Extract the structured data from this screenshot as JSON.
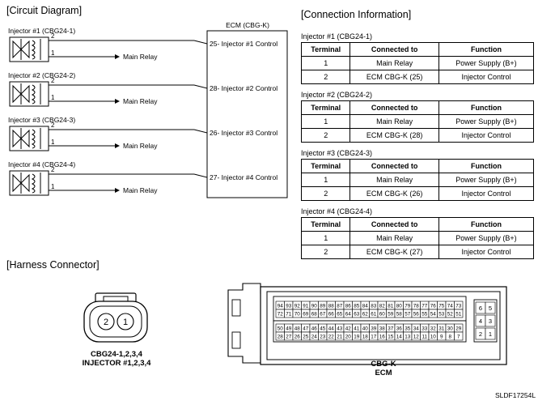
{
  "circuit": {
    "title": "[Circuit Diagram]",
    "ecm_label": "ECM (CBG-K)",
    "injectors": [
      {
        "label": "Injector #1 (CBG24-1)",
        "pin_top": "2",
        "pin_bottom": "1",
        "relay": "Main Relay",
        "ecm_pin": "25",
        "ecm_text": "- Injector #1 Control"
      },
      {
        "label": "Injector #2 (CBG24-2)",
        "pin_top": "2",
        "pin_bottom": "1",
        "relay": "Main Relay",
        "ecm_pin": "28",
        "ecm_text": "- Injector #2 Control"
      },
      {
        "label": "Injector #3 (CBG24-3)",
        "pin_top": "2",
        "pin_bottom": "1",
        "relay": "Main Relay",
        "ecm_pin": "26",
        "ecm_text": "- Injector #3 Control"
      },
      {
        "label": "Injector #4 (CBG24-4)",
        "pin_top": "2",
        "pin_bottom": "1",
        "relay": "Main Relay",
        "ecm_pin": "27",
        "ecm_text": "- Injector #4 Control"
      }
    ]
  },
  "connection": {
    "title": "[Connection Information]",
    "headers": [
      "Terminal",
      "Connected to",
      "Function"
    ],
    "tables": [
      {
        "caption": "Injector #1 (CBG24-1)",
        "rows": [
          [
            "1",
            "Main Relay",
            "Power Supply (B+)"
          ],
          [
            "2",
            "ECM CBG-K (25)",
            "Injector Control"
          ]
        ]
      },
      {
        "caption": "Injector #2 (CBG24-2)",
        "rows": [
          [
            "1",
            "Main Relay",
            "Power Supply (B+)"
          ],
          [
            "2",
            "ECM CBG-K (28)",
            "Injector Control"
          ]
        ]
      },
      {
        "caption": "Injector #3 (CBG24-3)",
        "rows": [
          [
            "1",
            "Main Relay",
            "Power Supply (B+)"
          ],
          [
            "2",
            "ECM CBG-K (26)",
            "Injector Control"
          ]
        ]
      },
      {
        "caption": "Injector #4 (CBG24-4)",
        "rows": [
          [
            "1",
            "Main Relay",
            "Power Supply (B+)"
          ],
          [
            "2",
            "ECM CBG-K (27)",
            "Injector Control"
          ]
        ]
      }
    ]
  },
  "harness": {
    "title": "[Harness Connector]",
    "injector_pins": [
      "2",
      "1"
    ],
    "injector_caption_1": "CBG24-1,2,3,4",
    "injector_caption_2": "INJECTOR #1,2,3,4",
    "ecm_caption_1": "CBG-K",
    "ecm_caption_2": "ECM",
    "ecm_rows": [
      [
        "94",
        "93",
        "92",
        "91",
        "90",
        "89",
        "88",
        "87",
        "86",
        "85",
        "84",
        "83",
        "82",
        "81",
        "80",
        "79",
        "78",
        "77",
        "76",
        "75",
        "74",
        "73"
      ],
      [
        "72",
        "71",
        "70",
        "69",
        "68",
        "67",
        "66",
        "65",
        "64",
        "63",
        "62",
        "61",
        "60",
        "59",
        "58",
        "57",
        "56",
        "55",
        "54",
        "53",
        "52",
        "51"
      ],
      [
        "50",
        "49",
        "48",
        "47",
        "46",
        "45",
        "44",
        "43",
        "42",
        "41",
        "40",
        "39",
        "38",
        "37",
        "36",
        "35",
        "34",
        "33",
        "32",
        "31",
        "30",
        "29"
      ],
      [
        "28",
        "27",
        "26",
        "25",
        "24",
        "23",
        "22",
        "21",
        "20",
        "19",
        "18",
        "17",
        "16",
        "15",
        "14",
        "13",
        "12",
        "11",
        "10",
        "9",
        "8",
        "7"
      ]
    ],
    "ecm_side": [
      [
        "6",
        "5"
      ],
      [
        "4",
        "3"
      ],
      [
        "2",
        "1"
      ]
    ]
  },
  "figure_id": "SLDF17254L"
}
